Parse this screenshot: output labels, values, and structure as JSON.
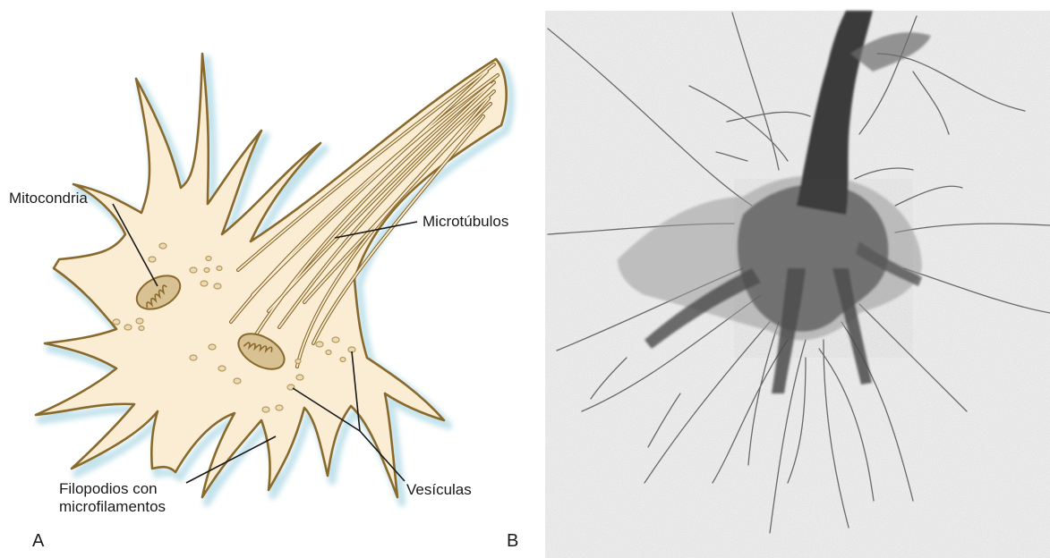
{
  "panel_a": {
    "letter": "A",
    "labels": {
      "mitochondria": "Mitocondria",
      "microtubules": "Microtúbulos",
      "filopodia_line1": "Filopodios con",
      "filopodia_line2": "microfilamentos",
      "vesicles": "Vesículas"
    }
  },
  "panel_b": {
    "letter": "B"
  },
  "colors": {
    "cell_fill": "#fbedd3",
    "cell_outline": "#8a6a2c",
    "halo": "#c4e3ec",
    "photo_background": "#f3f3f3",
    "photo_cell": "#3a3a3a"
  }
}
